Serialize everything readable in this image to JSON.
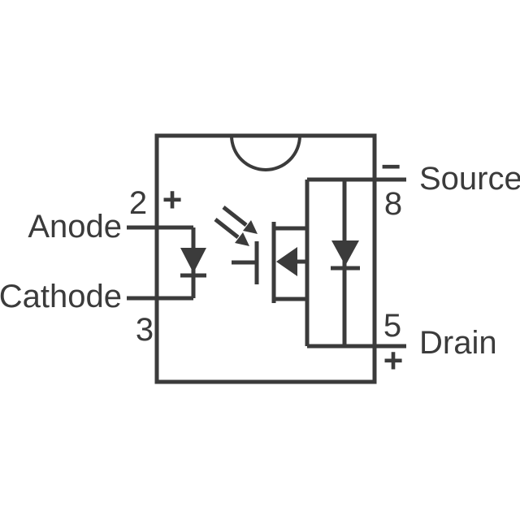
{
  "colors": {
    "line": "#3b3b3b",
    "background": "#ffffff"
  },
  "component": {
    "kind": "optocoupler-photomos-schematic",
    "input_side": {
      "anode": {
        "label": "Anode",
        "pin": "2",
        "polarity": "+"
      },
      "cathode": {
        "label": "Cathode",
        "pin": "3"
      }
    },
    "output_side": {
      "source": {
        "label": "Source",
        "pin": "8",
        "polarity": "−"
      },
      "drain": {
        "label": "Drain",
        "pin": "5",
        "polarity": "+"
      }
    },
    "symbols": [
      "ic-package-outline",
      "pin1-notch",
      "led-diode",
      "light-emission-arrows",
      "photo-gate-mosfet",
      "body-diode"
    ]
  }
}
